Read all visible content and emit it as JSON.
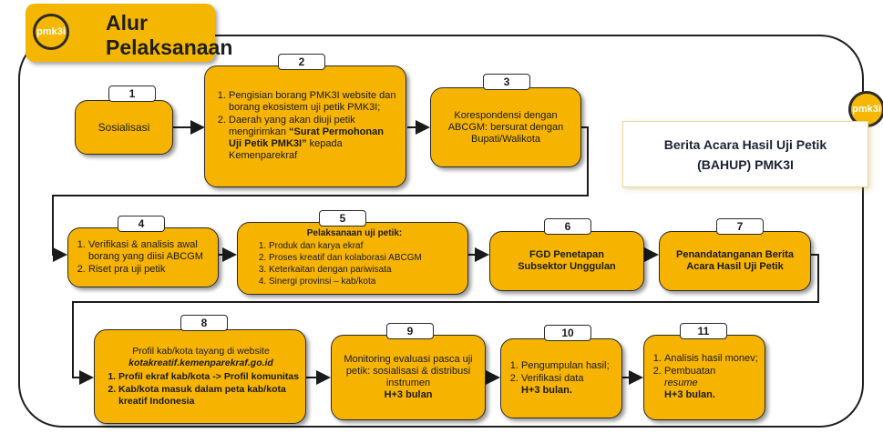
{
  "header": {
    "logo_text": "pmk3i",
    "title": "Alur\nPelaksanaan"
  },
  "side_logo_text": "pmk3i",
  "bahup": {
    "line1": "Berita Acara Hasil Uji Petik",
    "line2": "(BAHUP) PMK3I"
  },
  "steps": {
    "s1": {
      "num": "1",
      "text": "Sosialisasi"
    },
    "s2": {
      "num": "2",
      "items": [
        "Pengisian borang PMK3I website dan borang ekosistem uji petik PMK3I;",
        "Daerah yang akan diuji petik mengirimkan"
      ],
      "quote": "“Surat Permohonan Uji Petik PMK3I”",
      "tail": " kepada Kemenparekraf"
    },
    "s3": {
      "num": "3",
      "text": "Korespondensi dengan ABCGM: bersurat dengan Bupati/Walikota"
    },
    "s4": {
      "num": "4",
      "items": [
        "Verifikasi & analisis awal borang yang diisi ABCGM",
        "Riset pra uji petik"
      ]
    },
    "s5": {
      "num": "5",
      "title": "Pelaksanaan uji petik:",
      "items": [
        "Produk dan karya ekraf",
        "Proses kreatif dan kolaborasi ABCGM",
        "Keterkaitan dengan pariwisata",
        "Sinergi provinsi – kab/kota"
      ]
    },
    "s6": {
      "num": "6",
      "text": "FGD Penetapan Subsektor Unggulan"
    },
    "s7": {
      "num": "7",
      "text": "Penandatanganan Berita Acara Hasil Uji Petik"
    },
    "s8": {
      "num": "8",
      "line1": "Profil kab/kota tayang di website",
      "url": "kotakreatif.kemenparekraf.go.id",
      "items": [
        "Profil ekraf kab/kota -> Profil komunitas",
        "Kab/kota masuk dalam peta kab/kota kreatif Indonesia"
      ]
    },
    "s9": {
      "num": "9",
      "text": "Monitoring evaluasi pasca uji petik: sosialisasi & distribusi instrumen",
      "bold": "H+3 bulan"
    },
    "s10": {
      "num": "10",
      "items": [
        "Pengumpulan hasil;",
        "Verifikasi data"
      ],
      "bold": "H+3 bulan."
    },
    "s11": {
      "num": "11",
      "items": [
        "Analisis hasil monev;",
        "Pembuatan"
      ],
      "italic": "resume",
      "bold": "H+3 bulan."
    }
  },
  "colors": {
    "box_fill": "#f6b400",
    "header_fill": "#f5b600",
    "border": "#2a2a2a",
    "bahup_text": "#1a2333"
  }
}
